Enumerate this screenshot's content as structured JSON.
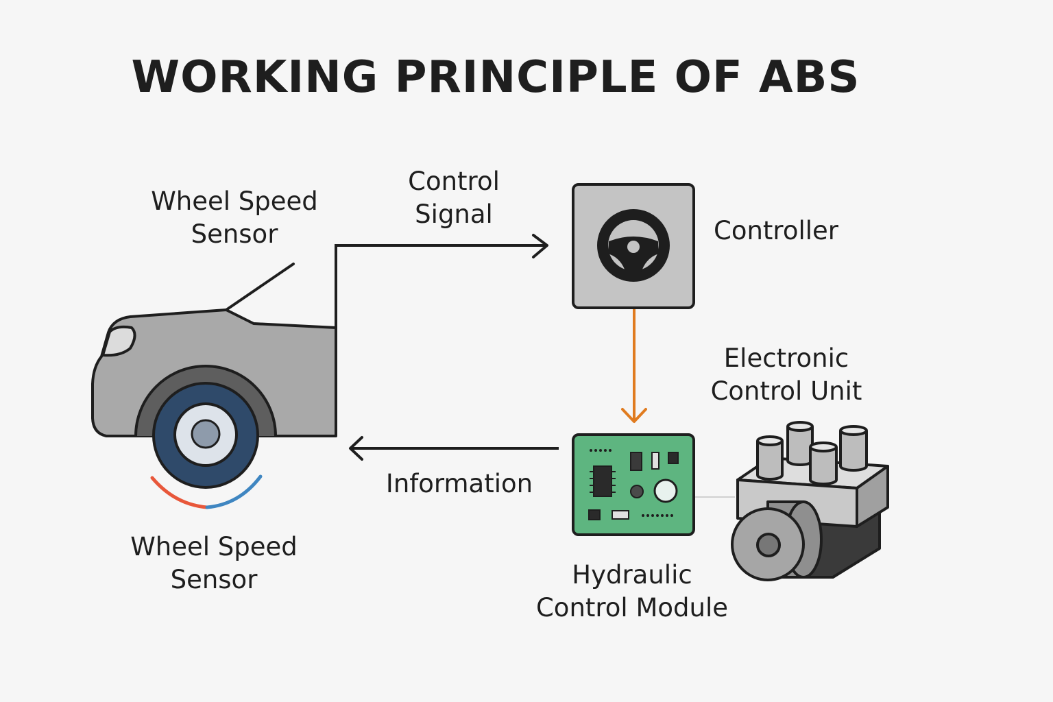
{
  "title": "WORKING PRINCIPLE OF ABS",
  "labels": {
    "wheel_speed_sensor_top": [
      "Wheel Speed",
      "Sensor"
    ],
    "control_signal": [
      "Control",
      "Signal"
    ],
    "controller": [
      "Controller"
    ],
    "electronic_control_unit": [
      "Electronic",
      "Control Unit"
    ],
    "information": [
      "Information"
    ],
    "wheel_speed_sensor_bottom": [
      "Wheel Speed",
      "Sensor"
    ],
    "hydraulic_control_module": [
      "Hydraulic",
      "Control Module"
    ]
  },
  "colors": {
    "background": "#f6f6f6",
    "outline": "#1e1e1e",
    "car_body": "#a9a9a9",
    "tire": "#2f4a6a",
    "controller_box": "#c4c4c4",
    "circuit_board": "#5eb580",
    "signal_arrow": "#e07b1f",
    "sensor_arc_red": "#e8573a",
    "sensor_arc_blue": "#3f86c1"
  },
  "icons": {
    "controller": "steering-wheel-icon",
    "circuit": "circuit-board-icon",
    "car": "car-icon",
    "hydraulic_unit": "abs-hydraulic-unit-icon"
  }
}
